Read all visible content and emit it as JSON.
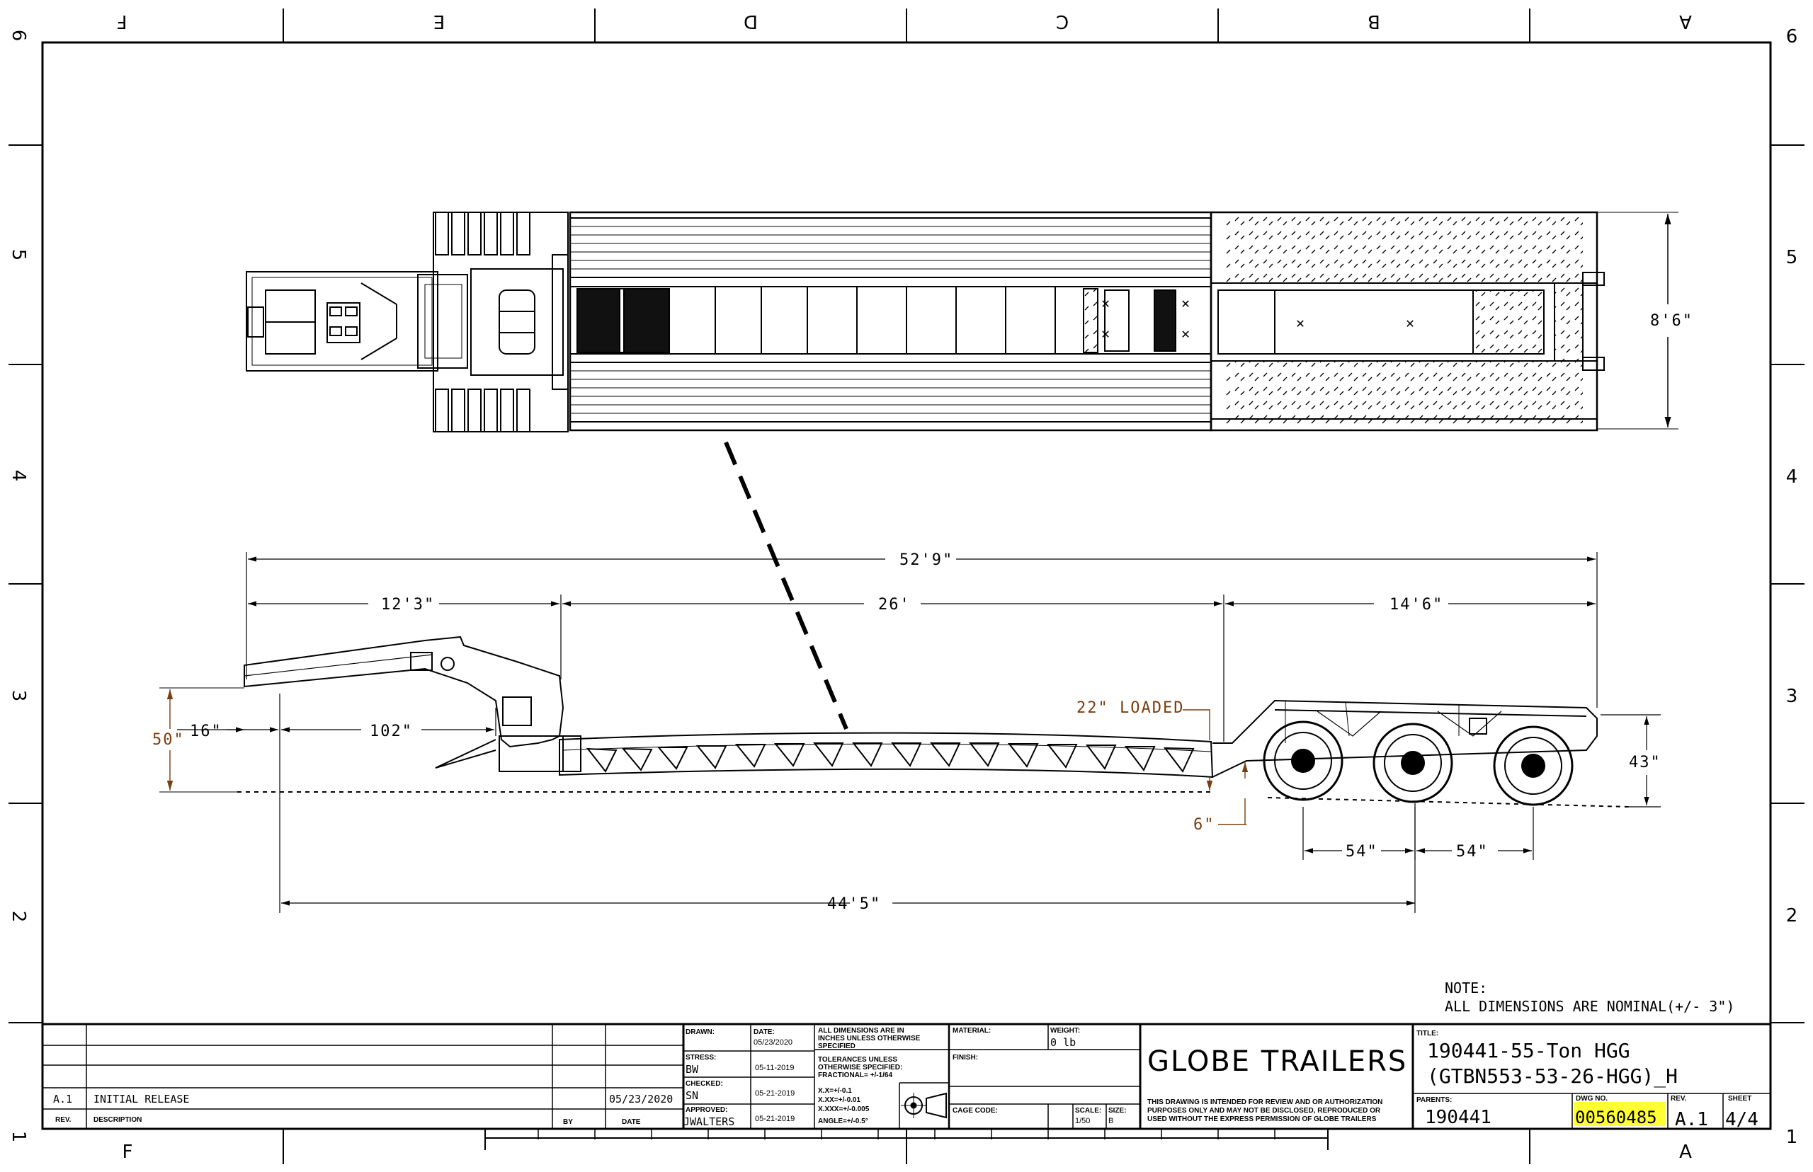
{
  "zones": {
    "top_letters": [
      "F",
      "E",
      "D",
      "C",
      "B",
      "A"
    ],
    "bottom_letters": [
      "F",
      "A"
    ],
    "side_numbers": [
      "6",
      "5",
      "4",
      "3",
      "2",
      "1"
    ]
  },
  "dimensions": {
    "width": "8'6\"",
    "overall_length": "52'9\"",
    "gooseneck": "12'3\"",
    "deck": "26'",
    "rear": "14'6\"",
    "kingpin_offset": "16\"",
    "kingpin_to_deck": "102\"",
    "gooseneck_height": "50\"",
    "loaded_height_label": "22\" LOADED",
    "ground_clearance": "6\"",
    "rear_height": "43\"",
    "axle_spacing_1": "54\"",
    "axle_spacing_2": "54\"",
    "kingpin_to_axle": "44'5\""
  },
  "note": {
    "heading": "NOTE:",
    "text": "ALL DIMENSIONS ARE NOMINAL(+/- 3\")"
  },
  "revisions": {
    "rev": "A.1",
    "description": "INITIAL RELEASE",
    "date": "05/23/2020",
    "header_rev": "REV.",
    "header_description": "DESCRIPTION",
    "header_by": "BY",
    "header_date": "DATE"
  },
  "title_block": {
    "drawn_label": "DRAWN:",
    "date_label": "DATE:",
    "drawn_date": "05/23/2020",
    "stress_label": "STRESS:",
    "stress_by": "BW",
    "stress_date": "05-11-2019",
    "checked_label": "CHECKED:",
    "checked_by": "SN",
    "checked_date": "05-21-2019",
    "approved_label": "APPROVED:",
    "approved_by": "JWALTERS",
    "approved_date": "05-21-2019",
    "dims_note_1": "ALL DIMENSIONS ARE IN",
    "dims_note_2": "INCHES UNLESS OTHERWISE",
    "dims_note_3": "SPECIFIED",
    "tol_1": "TOLERANCES UNLESS",
    "tol_2": "OTHERWISE SPECIFIED:",
    "tol_3": "FRACTIONAL= +/-1/64",
    "tol_4": "X.X=+/-0.1",
    "tol_5": "X.XX=+/-0.01",
    "tol_6": "X.XXX=+/-0.005",
    "tol_7": "ANGLE=+/-0.5°",
    "material_label": "MATERIAL:",
    "weight_label": "WEIGHT:",
    "weight": "0 lb",
    "finish_label": "FINISH:",
    "cage_label": "CAGE CODE:",
    "scale_label": "SCALE:",
    "scale": "1/50",
    "size_label": "SIZE:",
    "size": "B",
    "company": "GLOBE TRAILERS",
    "disclaimer_1": "THIS DRAWING IS INTENDED FOR REVIEW AND OR AUTHORIZATION",
    "disclaimer_2": "PURPOSES ONLY AND MAY NOT BE DISCLOSED, REPRODUCED OR",
    "disclaimer_3": "USED WITHOUT THE EXPRESS PERMISSION OF GLOBE TRAILERS",
    "title_label": "TITLE:",
    "title_1": "190441-55-Ton HGG",
    "title_2": "(GTBN553-53-26-HGG)_H",
    "parents_label": "PARENTS:",
    "parents": "190441",
    "dwg_label": "DWG NO.",
    "dwg_no": "00560485",
    "rev_label": "REV.",
    "rev": "A.1",
    "sheet_label": "SHEET",
    "sheet": "4/4"
  },
  "colors": {
    "dimension_accent": "#7a3d0f",
    "highlight": "#ffff33",
    "line": "#000000"
  }
}
